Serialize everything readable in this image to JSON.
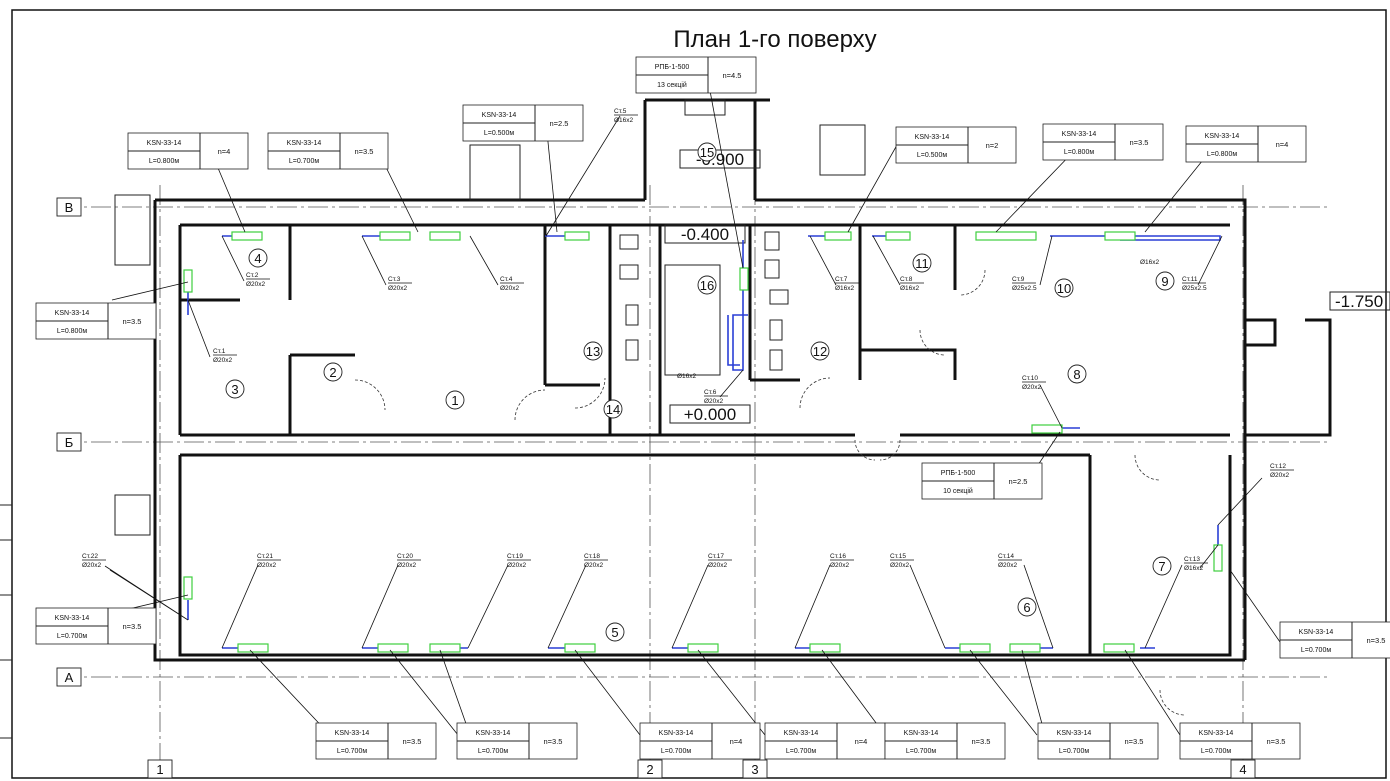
{
  "title": "План 1-го поверху",
  "levels": {
    "l1": "-0.900",
    "l2": "-0.400",
    "l3": "+0.000",
    "l4": "-1.750"
  },
  "axes": {
    "a": "А",
    "b": "Б",
    "v": "В",
    "n1": "1",
    "n2": "2",
    "n3": "3",
    "n4": "4"
  },
  "rooms": [
    "1",
    "2",
    "3",
    "4",
    "5",
    "6",
    "7",
    "8",
    "9",
    "10",
    "11",
    "12",
    "13",
    "14",
    "15",
    "16"
  ],
  "tags": [
    {
      "name": "KSN-33-14",
      "len": "L=0.800м",
      "n": "n=4"
    },
    {
      "name": "KSN-33-14",
      "len": "L=0.700м",
      "n": "n=3.5"
    },
    {
      "name": "KSN-33-14",
      "len": "L=0.500м",
      "n": "n=2.5"
    },
    {
      "name": "РПБ-1-500",
      "len": "13 секцій",
      "n": "n=4.5"
    },
    {
      "name": "KSN-33-14",
      "len": "L=0.500м",
      "n": "n=2"
    },
    {
      "name": "KSN-33-14",
      "len": "L=0.800м",
      "n": "n=3.5"
    },
    {
      "name": "KSN-33-14",
      "len": "L=0.800м",
      "n": "n=4"
    },
    {
      "name": "KSN-33-14",
      "len": "L=0.800м",
      "n": "n=3.5"
    },
    {
      "name": "KSN-33-14",
      "len": "L=0.700м",
      "n": "n=3.5"
    },
    {
      "name": "РПБ-1-500",
      "len": "10 секцій",
      "n": "n=2.5"
    },
    {
      "name": "KSN-33-14",
      "len": "L=0.700м",
      "n": "n=3.5"
    },
    {
      "name": "KSN-33-14",
      "len": "L=0.700м",
      "n": "n=3.5"
    },
    {
      "name": "KSN-33-14",
      "len": "L=0.700м",
      "n": "n=3.5"
    },
    {
      "name": "KSN-33-14",
      "len": "L=0.700м",
      "n": "n=4"
    },
    {
      "name": "KSN-33-14",
      "len": "L=0.700м",
      "n": "n=4"
    },
    {
      "name": "KSN-33-14",
      "len": "L=0.700м",
      "n": "n=3.5"
    },
    {
      "name": "KSN-33-14",
      "len": "L=0.700м",
      "n": "n=3.5"
    },
    {
      "name": "KSN-33-14",
      "len": "L=0.700м",
      "n": "n=3.5"
    }
  ],
  "risers": [
    {
      "id": "Ст.1",
      "d": "Ø20x2"
    },
    {
      "id": "Ст.2",
      "d": "Ø20x2"
    },
    {
      "id": "Ст.3",
      "d": "Ø20x2"
    },
    {
      "id": "Ст.4",
      "d": "Ø20x2"
    },
    {
      "id": "Ст.5",
      "d": "Ø16x2"
    },
    {
      "id": "Ст.6",
      "d": "Ø20x2"
    },
    {
      "id": "Ст.7",
      "d": "Ø16x2"
    },
    {
      "id": "Ст.8",
      "d": "Ø16x2"
    },
    {
      "id": "Ст.9",
      "d": "Ø25x2.5"
    },
    {
      "id": "Ст.10",
      "d": "Ø20x2"
    },
    {
      "id": "Ст.11",
      "d": "Ø25x2.5"
    },
    {
      "id": "Ст.12",
      "d": "Ø20x2"
    },
    {
      "id": "Ст.13",
      "d": "Ø16x2"
    },
    {
      "id": "Ст.14",
      "d": "Ø20x2"
    },
    {
      "id": "Ст.15",
      "d": "Ø20x2"
    },
    {
      "id": "Ст.16",
      "d": "Ø20x2"
    },
    {
      "id": "Ст.17",
      "d": "Ø20x2"
    },
    {
      "id": "Ст.18",
      "d": "Ø20x2"
    },
    {
      "id": "Ст.19",
      "d": "Ø20x2"
    },
    {
      "id": "Ст.20",
      "d": "Ø20x2"
    },
    {
      "id": "Ст.21",
      "d": "Ø20x2"
    },
    {
      "id": "Ст.22",
      "d": "Ø20x2"
    }
  ],
  "pipe_labels": {
    "p1": "Ø16x2",
    "p2": "Ø16x2"
  }
}
